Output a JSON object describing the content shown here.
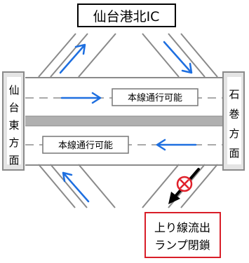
{
  "title": "仙台港北IC",
  "left_direction": [
    "仙",
    "台",
    "東",
    "方",
    "面"
  ],
  "right_direction": [
    "石",
    "巻",
    "方",
    "面"
  ],
  "upper_lane_label": "本線通行可能",
  "lower_lane_label": "本線通行可能",
  "closure_line1": "上り線流出",
  "closure_line2": "ランプ閉鎖",
  "colors": {
    "road_gray": "#8a8a8a",
    "road_light": "#e4e4e4",
    "median": "#b0b0b0",
    "arrow_blue": "#1e6fe0",
    "closure_red": "#e0202a",
    "closure_border": "#d81e28"
  }
}
